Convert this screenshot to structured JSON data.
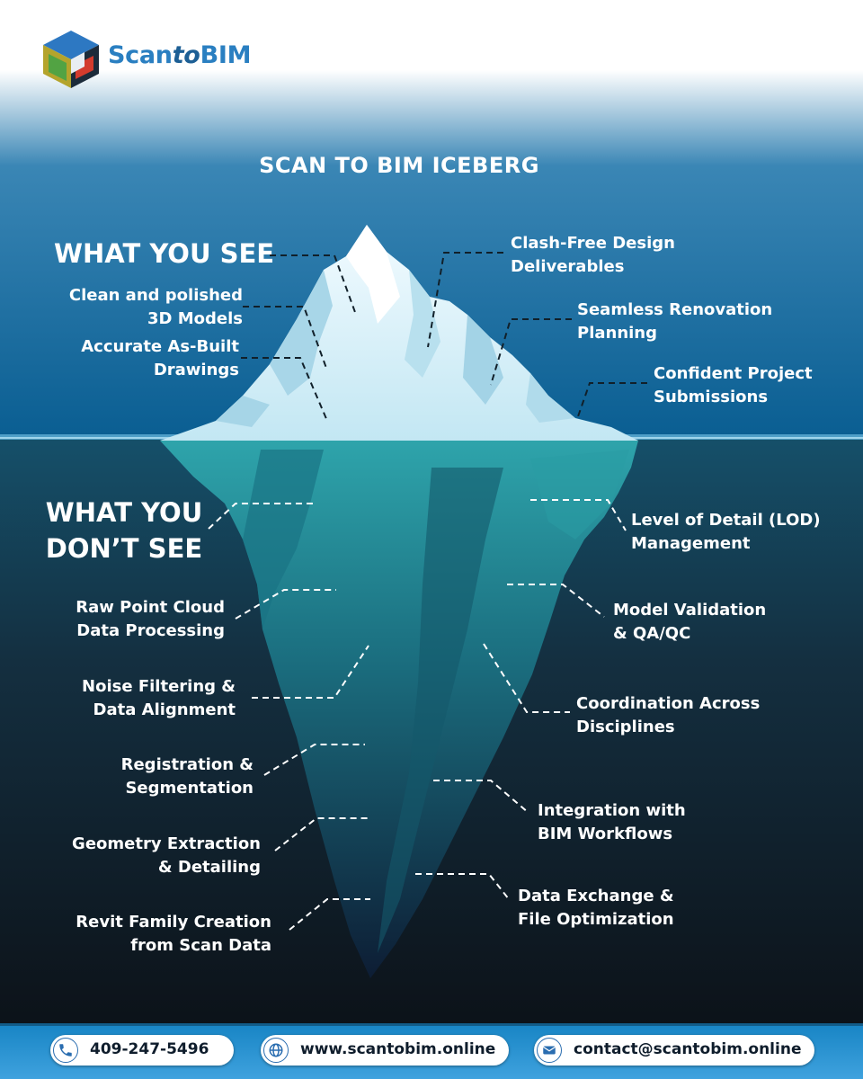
{
  "logo": {
    "scan": "Scan",
    "to": "to",
    "bim": "BIM"
  },
  "title": "SCAN TO BIM ICEBERG",
  "above": {
    "heading": "WHAT YOU SEE",
    "left_labels": [
      "Clean and polished\n3D Models",
      "Accurate As-Built\nDrawings"
    ],
    "right_labels": [
      "Clash-Free Design\nDeliverables",
      "Seamless Renovation\nPlanning",
      "Confident Project\nSubmissions"
    ]
  },
  "below": {
    "heading": "WHAT YOU\nDON’T SEE",
    "left_labels": [
      "Raw Point Cloud\nData Processing",
      "Noise Filtering &\nData Alignment",
      "Registration &\nSegmentation",
      "Geometry Extraction\n& Detailing",
      "Revit Family Creation\nfrom Scan Data"
    ],
    "right_labels": [
      "Level of Detail (LOD)\nManagement",
      "Model Validation\n& QA/QC",
      "Coordination Across\nDisciplines",
      "Integration with\nBIM Workflows",
      "Data Exchange &\nFile Optimization"
    ]
  },
  "contact": {
    "phone": "409-247-5496",
    "website": "www.scantobim.online",
    "email": "contact@scantobim.online"
  },
  "colors": {
    "sky_top": "#ffffff",
    "sky_bottom": "#0a5e92",
    "water_top": "#13495f",
    "water_bottom": "#0c0f14",
    "ice_tip": "#e9f6fb",
    "ice_underwater": "#1f8a92",
    "brand_blue": "#2a7fc1"
  },
  "icons": [
    "phone-icon",
    "globe-icon",
    "mail-icon"
  ]
}
